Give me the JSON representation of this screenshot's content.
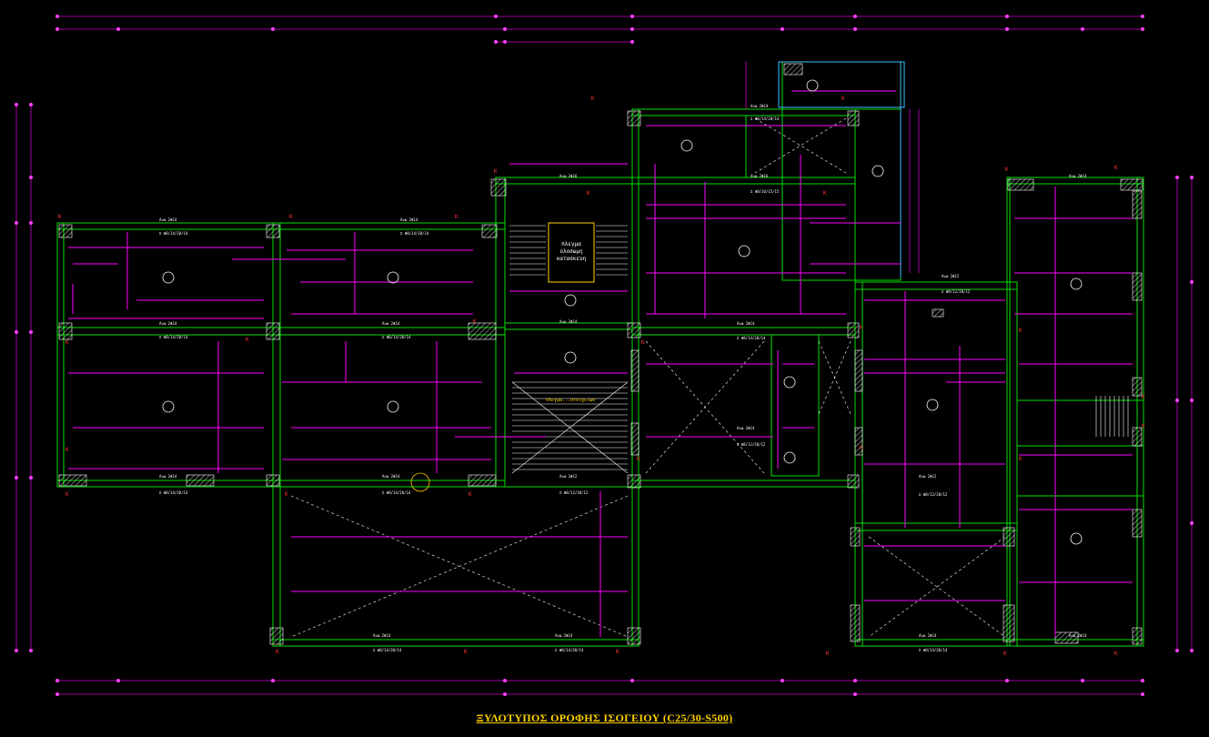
{
  "title": "ΞΥΛΟΤΥΠΟΣ ΟΡΟΦΗΣ ΙΣΟΓΕΙΟΥ (C25/30-S500)",
  "colors": {
    "background": "#000000",
    "beam": "#00e000",
    "rebar": "#ff00ff",
    "dimension": "#d000d0",
    "text": "#ffffff",
    "column_label": "#ff3030",
    "cyan": "#40c0ff",
    "title": "#ffd200"
  },
  "stair_labels": [
    "πλεγμα",
    "ολοσωμη",
    "κατασκευη"
  ],
  "stair_note": "πλεγμα...στοιχειωσ"
}
